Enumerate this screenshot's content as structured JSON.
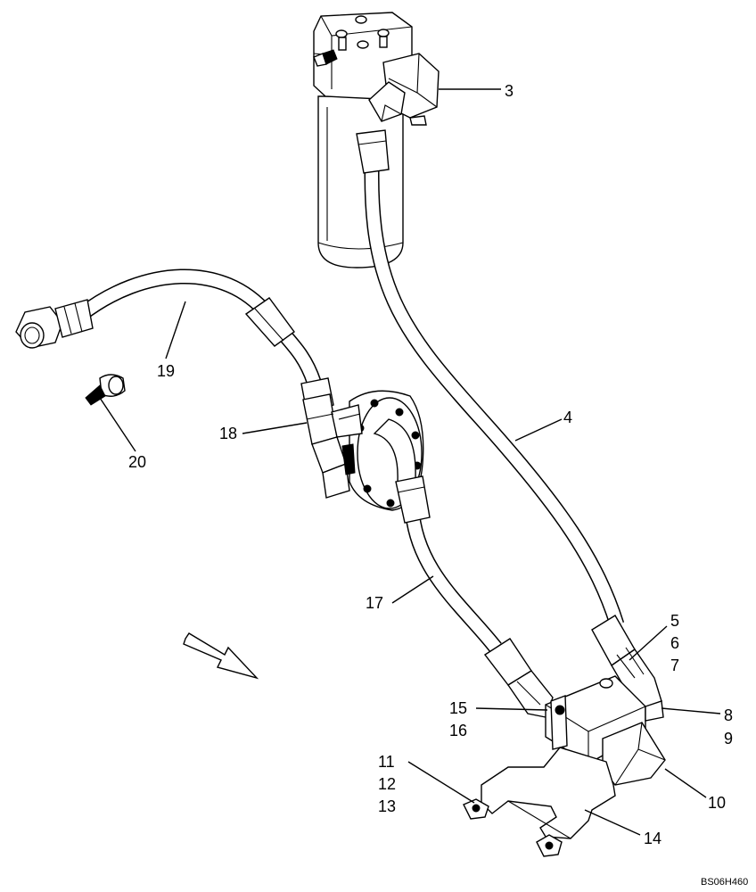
{
  "callouts": {
    "c3": "3",
    "c4": "4",
    "c5": "5",
    "c6": "6",
    "c7": "7",
    "c8": "8",
    "c9": "9",
    "c10": "10",
    "c11": "11",
    "c12": "12",
    "c13": "13",
    "c14": "14",
    "c15": "15",
    "c16": "16",
    "c17": "17",
    "c18": "18",
    "c19": "19",
    "c20": "20"
  },
  "drawing_code": "BS06H460"
}
